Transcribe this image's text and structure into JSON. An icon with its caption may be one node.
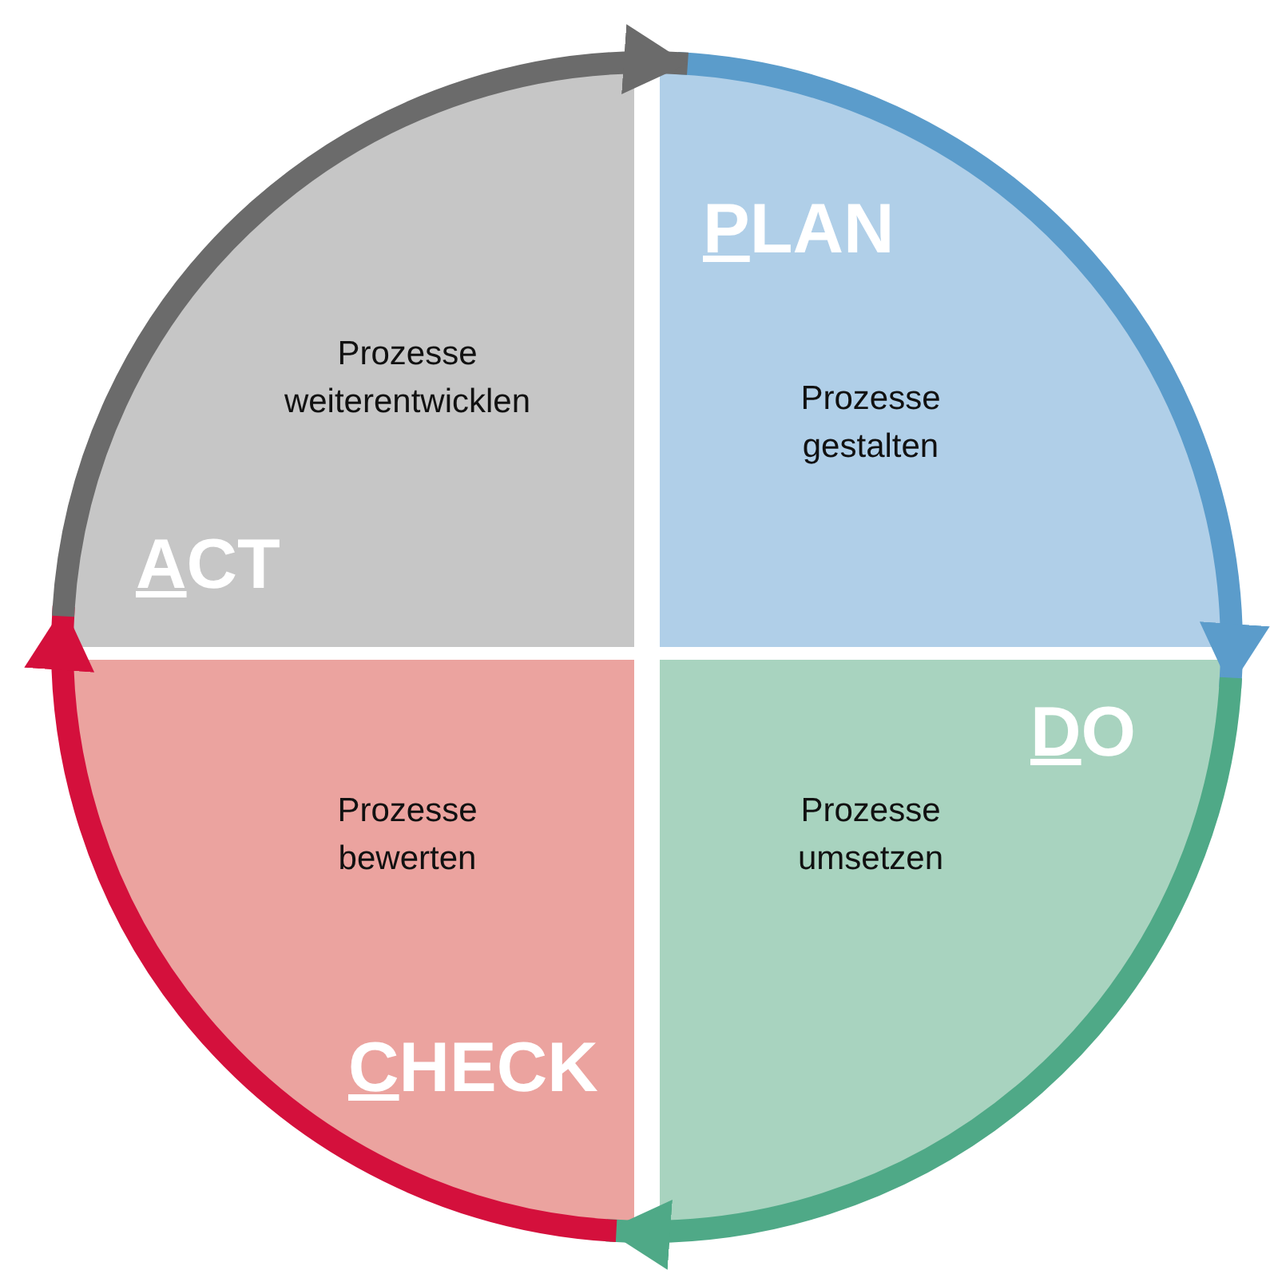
{
  "diagram": {
    "nodes": [
      {
        "text": [
          "PLAN",
          "Prozesse gestalten"
        ]
      },
      {
        "text": [
          "DO",
          "Prozesse umsetzen"
        ]
      },
      {
        "text": [
          "Prozesse bewerten",
          "CHECK"
        ]
      },
      {
        "text": [
          "Prozesse weiterentwicklen",
          "ACT"
        ]
      }
    ],
    "edges": [
      {
        "from": 0,
        "to": 1,
        "arrow": "to",
        "color": "#5b9ccb"
      },
      {
        "from": 1,
        "to": 2,
        "arrow": "to",
        "color": "#4fa987"
      },
      {
        "from": 2,
        "to": 3,
        "arrow": "to",
        "color": "#d4103c"
      },
      {
        "from": 3,
        "to": 0,
        "arrow": "to",
        "color": "#6b6b6b"
      }
    ]
  }
}
